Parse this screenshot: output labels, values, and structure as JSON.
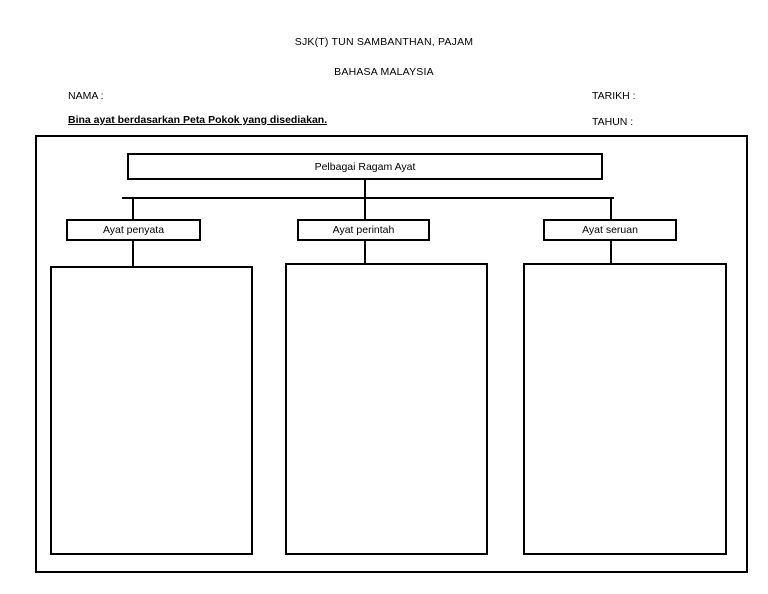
{
  "header": {
    "school": "SJK(T) TUN SAMBANTHAN, PAJAM",
    "subject": "BAHASA MALAYSIA"
  },
  "meta": {
    "nama_label": "NAMA :",
    "tarikh_label": "TARIKH :",
    "tahun_label": "TAHUN :"
  },
  "instruction": "Bina ayat berdasarkan Peta Pokok yang disediakan.",
  "tree_map": {
    "root": "Pelbagai Ragam Ayat",
    "branches": [
      {
        "label": "Ayat penyata",
        "answer": ""
      },
      {
        "label": "Ayat perintah",
        "answer": ""
      },
      {
        "label": "Ayat seruan",
        "answer": ""
      }
    ]
  },
  "colors": {
    "ink": "#000000",
    "paper": "#ffffff"
  }
}
